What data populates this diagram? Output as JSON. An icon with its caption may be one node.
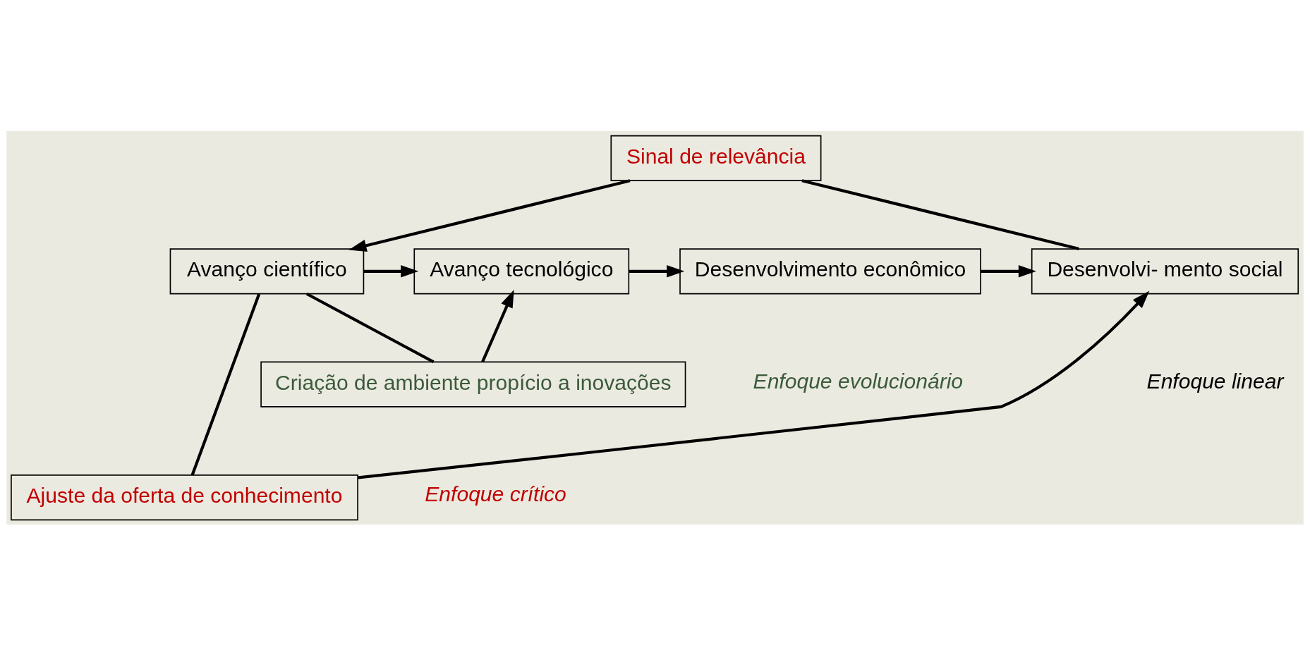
{
  "diagram": {
    "nodes": [
      {
        "text": [
          "Avanço científico"
        ]
      },
      {
        "text": [
          "Avanço tecnológico"
        ]
      },
      {
        "text": [
          "Desenvolvimento econômico"
        ]
      },
      {
        "text": [
          "Desenvolvi- mento social"
        ]
      },
      {
        "text": [
          "Sinal de relevância"
        ]
      },
      {
        "text": [
          "Criação de ambiente propício a inovações"
        ]
      },
      {
        "text": [
          "Ajuste da oferta de conhecimento"
        ]
      }
    ],
    "edges": [
      {
        "from": 0,
        "to": 1,
        "arrow": "to"
      },
      {
        "from": 1,
        "to": 2,
        "arrow": "to"
      },
      {
        "from": 2,
        "to": 3,
        "arrow": "to"
      },
      {
        "from": 3,
        "to": 4,
        "arrow": "none"
      },
      {
        "from": 4,
        "to": 0,
        "arrow": "to"
      },
      {
        "from": 0,
        "to": 5,
        "arrow": "none"
      },
      {
        "from": 5,
        "to": 1,
        "arrow": "to"
      },
      {
        "from": 0,
        "to": 6,
        "arrow": "none"
      },
      {
        "from": 6,
        "to": 3,
        "arrow": "to"
      }
    ],
    "labels": [
      "Enfoque linear",
      "Enfoque evolucionário",
      "Enfoque crítico"
    ]
  }
}
